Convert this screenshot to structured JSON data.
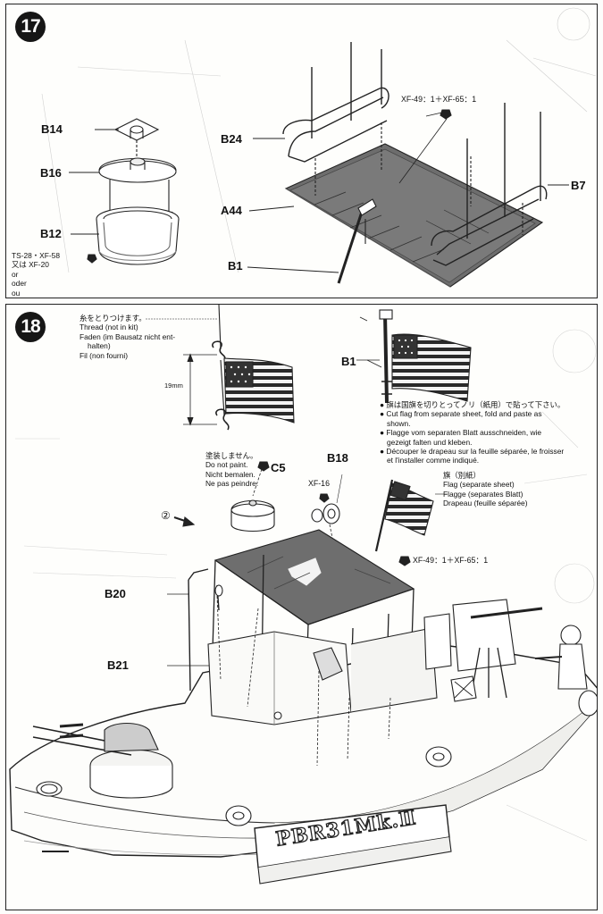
{
  "step17": {
    "number": "17",
    "parts": {
      "b14": "B14",
      "b16": "B16",
      "b12": "B12",
      "b24": "B24",
      "a44": "A44",
      "b1": "B1",
      "b7": "B7"
    },
    "paint_canopy": "XF-49：1＋XF-65：1",
    "paint_cover": {
      "line1": "TS-28・XF-58",
      "line2": "又は XF-20",
      "line3": "or",
      "line4": "oder",
      "line5": "ou"
    }
  },
  "step18": {
    "number": "18",
    "thread_note": {
      "jp": "糸をとりつけます。",
      "en": "Thread (not in kit)",
      "de1": "Faden (im Bausatz nicht ent-",
      "de2": "halten)",
      "fr": "Fil (non fourni)"
    },
    "dimension": "19mm",
    "b1_label": "B1",
    "flag_note": {
      "jp": "旗は国旗を切りとってノリ（紙用）で貼って下さい。",
      "en1": "Cut flag from separate sheet, fold and paste as",
      "en2": "shown.",
      "de1": "Flagge vom separaten Blatt ausschneiden, wie",
      "de2": "gezeigt falten und kleben.",
      "fr1": "Découper le drapeau sur la feuille séparée, le froisser",
      "fr2": "et l'installer comme indiqué."
    },
    "no_paint": {
      "jp": "塗装しません。",
      "en": "Do not paint.",
      "de": "Nicht bemalen.",
      "fr": "Ne pas peindre."
    },
    "c5": "C5",
    "b18": "B18",
    "xf16": "XF-16",
    "flag_label": {
      "jp": "旗（別紙）",
      "en": "Flag (separate sheet)",
      "de": "Flagge (separates Blatt)",
      "fr": "Drapeau (feuille séparée)"
    },
    "ref_step": "②",
    "paint_canopy": "XF-49：1＋XF-65：1",
    "b20": "B20",
    "b21": "B21",
    "stand_name": "PBR31Mk.Ⅱ"
  }
}
